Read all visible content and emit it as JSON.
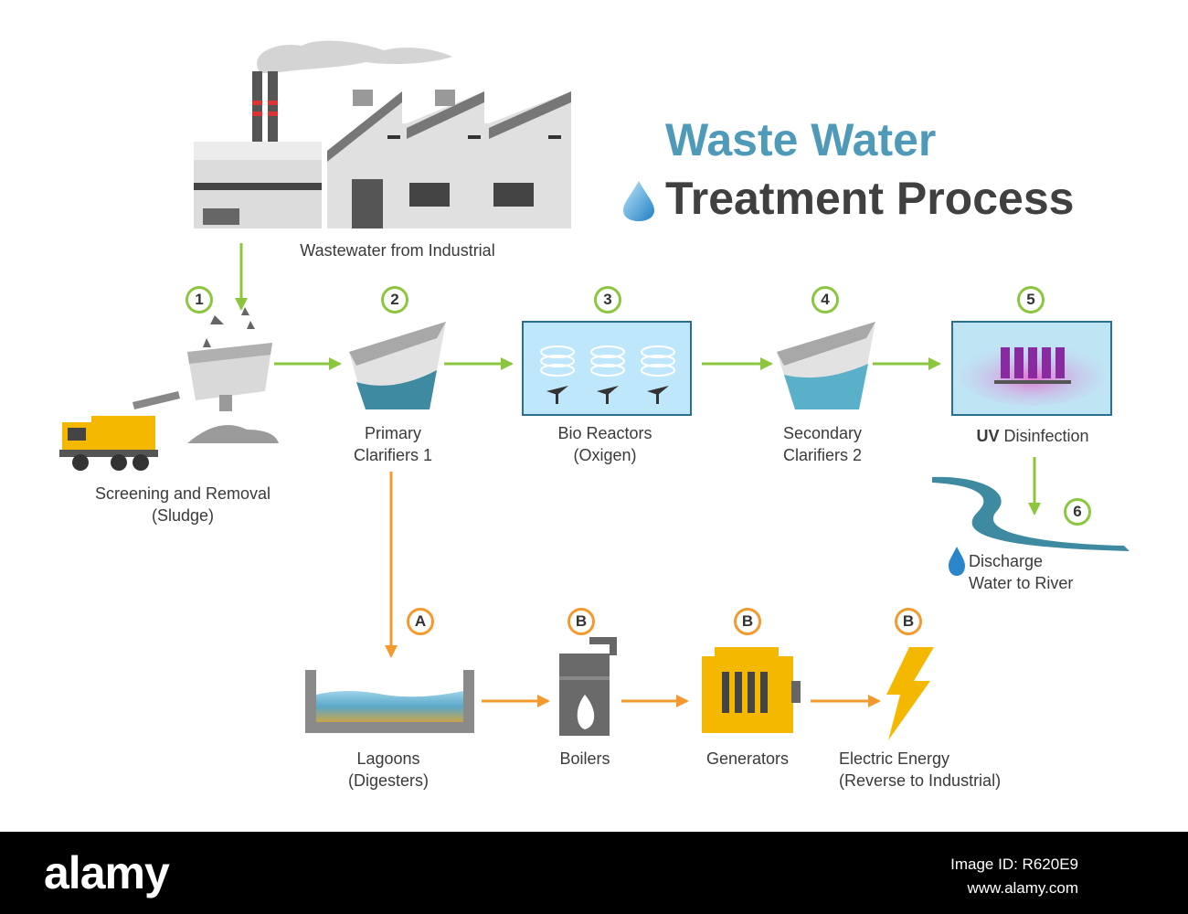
{
  "title": {
    "line1": "Waste Water",
    "line2": "Treatment Process"
  },
  "source": {
    "label": "Wastewater from Industrial"
  },
  "steps": [
    {
      "badge": "1",
      "line1": "Screening and Removal",
      "line2": "(Sludge)"
    },
    {
      "badge": "2",
      "line1": "Primary",
      "line2": "Clarifiers 1"
    },
    {
      "badge": "3",
      "line1": "Bio Reactors",
      "line2": "(Oxigen)"
    },
    {
      "badge": "4",
      "line1": "Secondary",
      "line2": "Clarifiers 2"
    },
    {
      "badge": "5",
      "line1_bold": "UV",
      "line1_rest": " Disinfection"
    },
    {
      "badge": "6",
      "line1": "Discharge",
      "line2": "Water to River"
    }
  ],
  "sludge_steps": [
    {
      "badge": "A",
      "line1": "Lagoons",
      "line2": "(Digesters)"
    },
    {
      "badge": "B",
      "line1": "Boilers"
    },
    {
      "badge": "B",
      "line1": "Generators"
    },
    {
      "badge": "B",
      "line1": "Electric Energy",
      "line2": "(Reverse to Industrial)"
    }
  ],
  "footer": {
    "brand": "alamy",
    "image_id": "Image ID: R620E9",
    "site": "www.alamy.com"
  },
  "colors": {
    "green_arrow": "#8cc63f",
    "orange_arrow": "#f39a2e",
    "title_blue": "#4f9ab8",
    "water": "#3e8aa0"
  }
}
